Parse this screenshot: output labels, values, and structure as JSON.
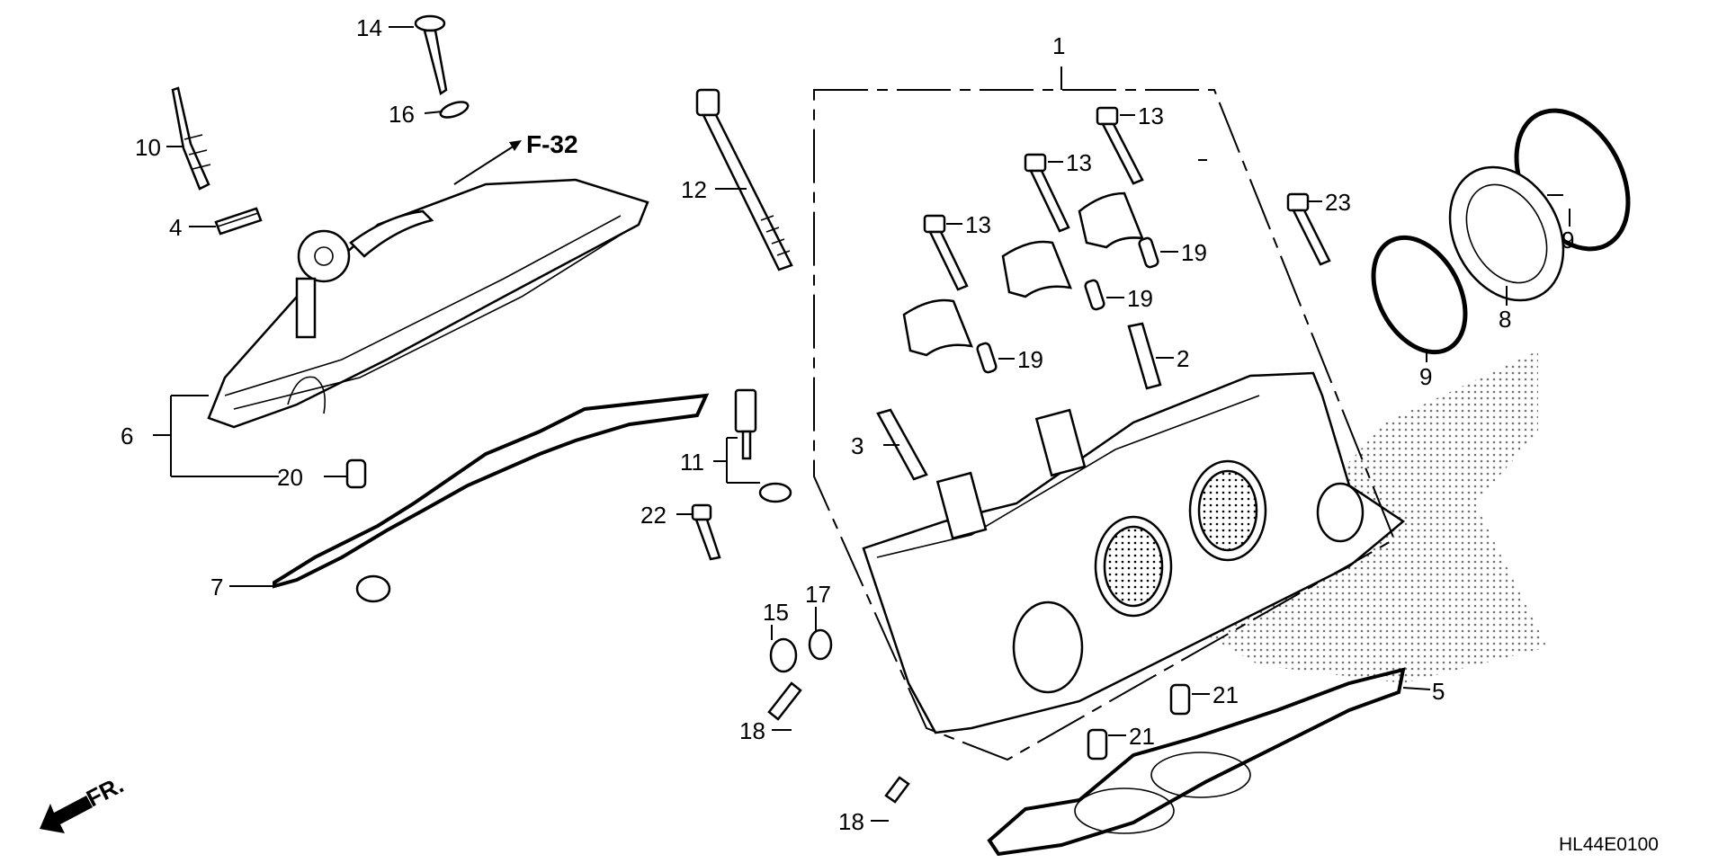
{
  "diagram": {
    "title": "Cylinder Head (Front) Exploded Parts Diagram",
    "code": "HL44E0100",
    "reference": "F-32",
    "direction": "FR.",
    "callouts": [
      {
        "id": "c1",
        "num": "1",
        "part": "cylinder-head-assembly"
      },
      {
        "id": "c2",
        "num": "2",
        "part": "valve-guide"
      },
      {
        "id": "c3",
        "num": "3",
        "part": "valve-guide"
      },
      {
        "id": "c4",
        "num": "4",
        "part": "spark-plug-seal"
      },
      {
        "id": "c5",
        "num": "5",
        "part": "cylinder-head-gasket"
      },
      {
        "id": "c6",
        "num": "6",
        "part": "cylinder-head-cover"
      },
      {
        "id": "c7",
        "num": "7",
        "part": "head-cover-gasket"
      },
      {
        "id": "c8",
        "num": "8",
        "part": "insulator"
      },
      {
        "id": "c9a",
        "num": "9",
        "part": "hose-band"
      },
      {
        "id": "c9b",
        "num": "9",
        "part": "hose-band"
      },
      {
        "id": "c10",
        "num": "10",
        "part": "spark-plug"
      },
      {
        "id": "c11",
        "num": "11",
        "part": "temperature-sensor"
      },
      {
        "id": "c12",
        "num": "12",
        "part": "stud-bolt"
      },
      {
        "id": "c13a",
        "num": "13",
        "part": "flange-bolt"
      },
      {
        "id": "c13b",
        "num": "13",
        "part": "flange-bolt"
      },
      {
        "id": "c13c",
        "num": "13",
        "part": "flange-bolt"
      },
      {
        "id": "c14",
        "num": "14",
        "part": "special-bolt"
      },
      {
        "id": "c15",
        "num": "15",
        "part": "sealing-bolt"
      },
      {
        "id": "c16",
        "num": "16",
        "part": "rubber-mount"
      },
      {
        "id": "c17",
        "num": "17",
        "part": "sealing-washer"
      },
      {
        "id": "c18a",
        "num": "18",
        "part": "stud-bolt"
      },
      {
        "id": "c18b",
        "num": "18",
        "part": "stud-bolt"
      },
      {
        "id": "c19a",
        "num": "19",
        "part": "dowel-pin"
      },
      {
        "id": "c19b",
        "num": "19",
        "part": "dowel-pin"
      },
      {
        "id": "c19c",
        "num": "19",
        "part": "dowel-pin"
      },
      {
        "id": "c20",
        "num": "20",
        "part": "dowel-pin"
      },
      {
        "id": "c21a",
        "num": "21",
        "part": "dowel-pin"
      },
      {
        "id": "c21b",
        "num": "21",
        "part": "dowel-pin"
      },
      {
        "id": "c22",
        "num": "22",
        "part": "flange-bolt"
      },
      {
        "id": "c23",
        "num": "23",
        "part": "flange-bolt"
      }
    ]
  }
}
